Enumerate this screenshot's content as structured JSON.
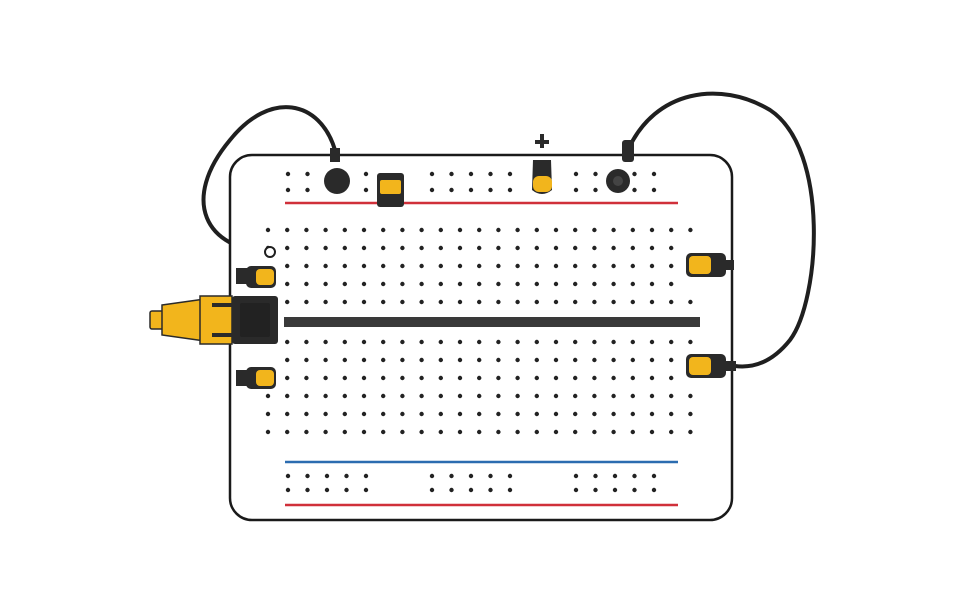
{
  "diagram": {
    "subject": "breadboard-with-connectors",
    "colors": {
      "background": "#ffffff",
      "board_fill": "#ffffff",
      "board_stroke": "#1a1a1a",
      "hole": "#222222",
      "rail_positive": "#d0303a",
      "rail_negative": "#2b6cb0",
      "divider": "#3a3a3a",
      "cable": "#1f1f1f",
      "connector_body": "#f2b51c",
      "connector_dark": "#2a2a2a"
    },
    "components": [
      {
        "name": "usb-plug-left",
        "icon": "usb-plug-icon"
      },
      {
        "name": "barrel-jack-top-left",
        "icon": "barrel-jack-icon"
      },
      {
        "name": "button-cap-top",
        "icon": "button-cap-icon"
      },
      {
        "name": "led-top",
        "icon": "led-icon"
      },
      {
        "name": "barrel-jack-top-right",
        "icon": "barrel-jack-icon"
      },
      {
        "name": "side-connector-left-upper",
        "icon": "connector-icon"
      },
      {
        "name": "side-connector-left-lower",
        "icon": "connector-icon"
      },
      {
        "name": "side-connector-right-upper",
        "icon": "connector-icon"
      },
      {
        "name": "side-connector-right-lower",
        "icon": "connector-icon"
      }
    ]
  }
}
